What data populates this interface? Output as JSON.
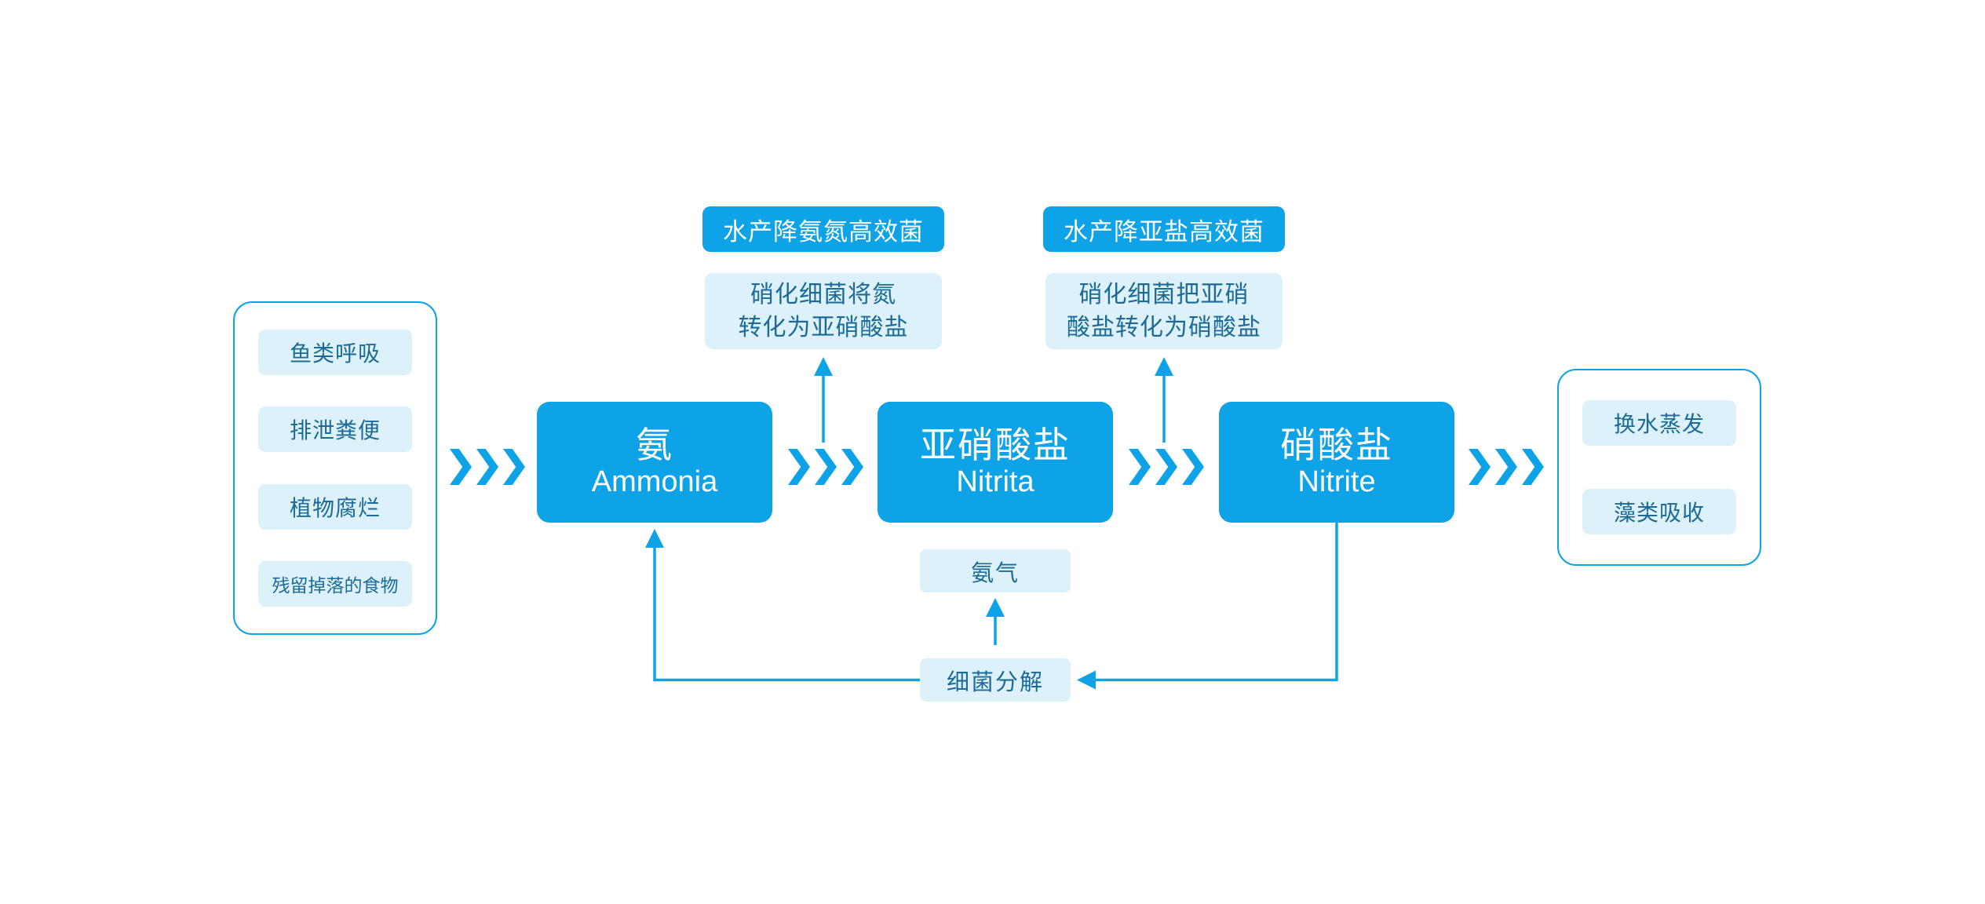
{
  "colors": {
    "primary": "#0ea2e6",
    "light": "#ddf1fb",
    "ink": "#1c6b96",
    "white": "#ffffff"
  },
  "sources": {
    "items": [
      "鱼类呼吸",
      "排泄粪便",
      "植物腐烂",
      "残留掉落的食物"
    ]
  },
  "stages": [
    {
      "zh": "氨",
      "en": "Ammonia"
    },
    {
      "zh": "亚硝酸盐",
      "en": "Nitrita"
    },
    {
      "zh": "硝酸盐",
      "en": "Nitrite"
    }
  ],
  "annotations": [
    {
      "badge": "水产降氨氮高效菌",
      "lines": [
        "硝化细菌将氮",
        "转化为亚硝酸盐"
      ]
    },
    {
      "badge": "水产降亚盐高效菌",
      "lines": [
        "硝化细菌把亚硝",
        "酸盐转化为硝酸盐"
      ]
    }
  ],
  "bottom": {
    "ammonia_gas": "氨气",
    "bacteria": "细菌分解"
  },
  "sinks": {
    "items": [
      "换水蒸发",
      "藻类吸收"
    ]
  }
}
